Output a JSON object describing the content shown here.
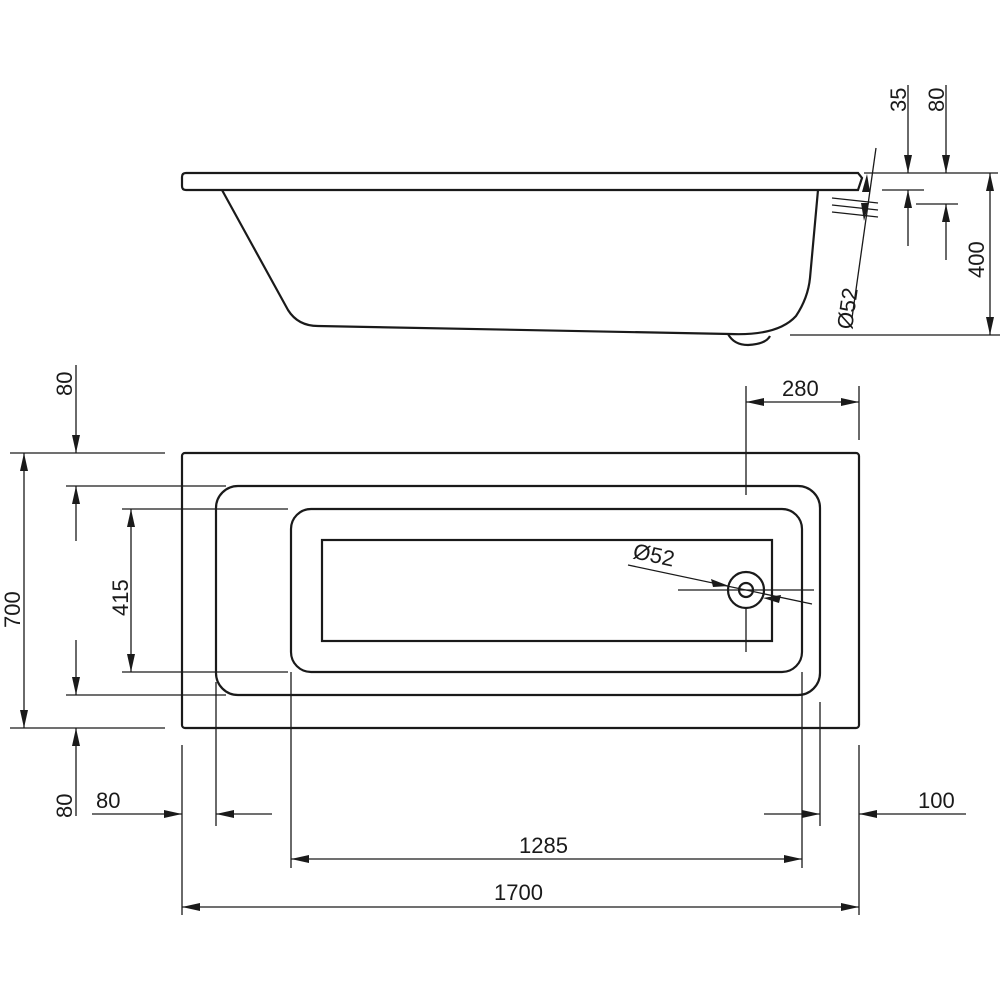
{
  "drawing": {
    "colors": {
      "line": "#1a1a1a",
      "background": "#ffffff"
    },
    "side_view": {
      "dim_35": "35",
      "dim_80": "80",
      "dim_400": "400",
      "dim_d52": "Ø52"
    },
    "top_view": {
      "dim_80_top": "80",
      "dim_700": "700",
      "dim_415": "415",
      "dim_280": "280",
      "dim_d52": "Ø52",
      "dim_80_bottom": "80",
      "dim_80_left": "80",
      "dim_100": "100",
      "dim_1285": "1285",
      "dim_1700": "1700"
    }
  }
}
